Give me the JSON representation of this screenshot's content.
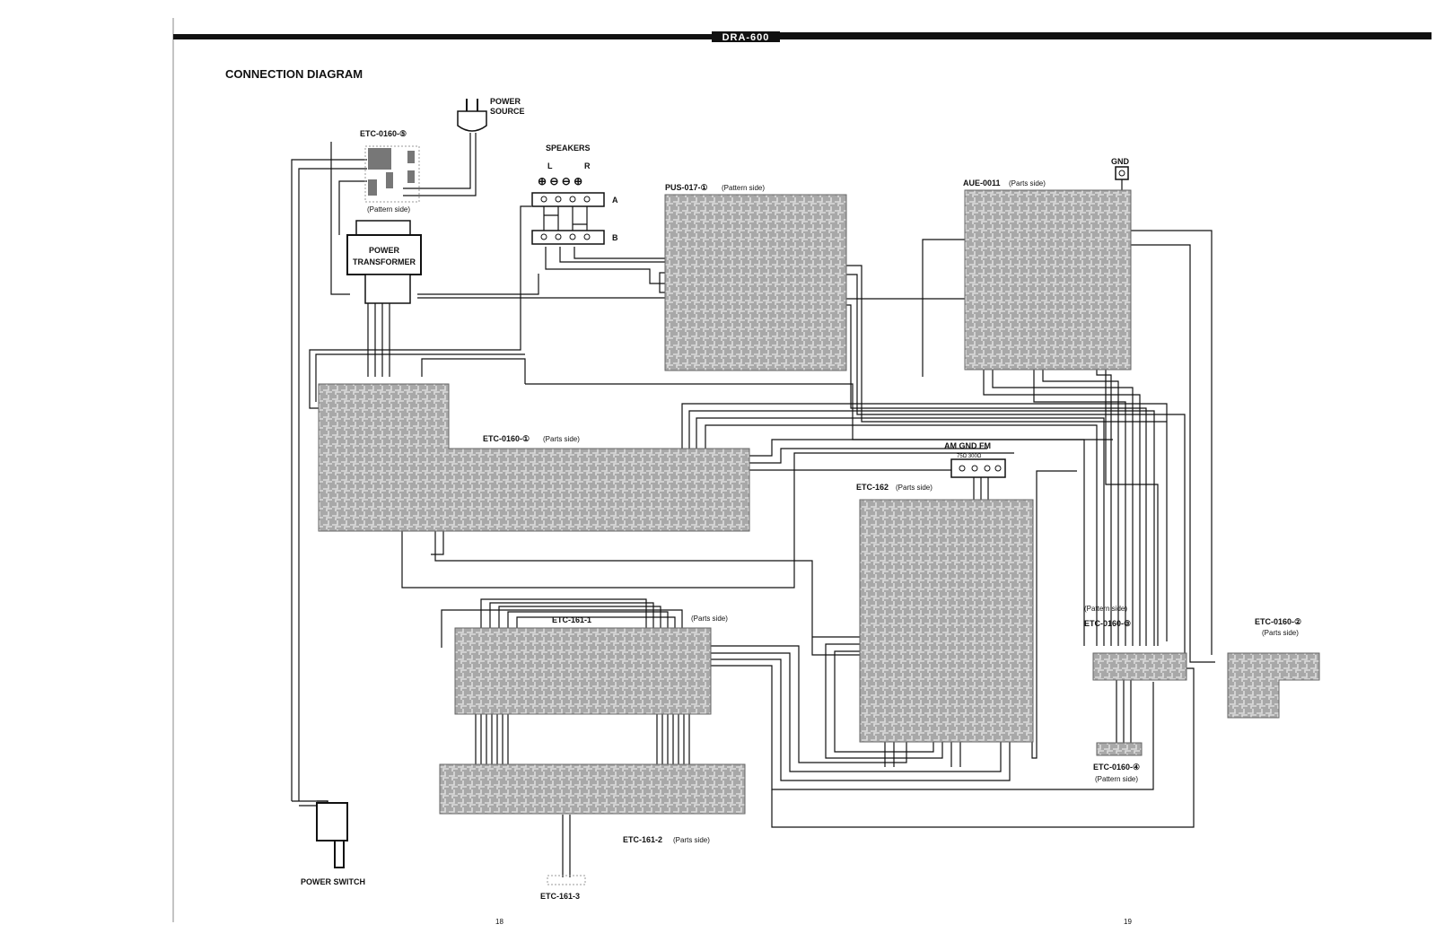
{
  "header": {
    "model": "DRA-600",
    "title": "CONNECTION DIAGRAM"
  },
  "page_numbers": {
    "left": "18",
    "right": "19"
  },
  "labels": {
    "power_source": [
      "POWER",
      "SOURCE"
    ],
    "speakers": "SPEAKERS",
    "speaker_lr": [
      "L",
      "R"
    ],
    "speaker_polarity": "⊕ ⊖ ⊖ ⊕",
    "speaker_rows": [
      "A",
      "B"
    ],
    "gnd": "GND",
    "power_transformer": [
      "POWER",
      "TRANSFORMER"
    ],
    "power_switch": "POWER SWITCH",
    "antenna": "AM  GND  FM",
    "antenna_ohms": "75Ω 300Ω"
  },
  "boards": {
    "etc0160_5": {
      "name": "ETC-0160-⑤",
      "side": "(Pattern side)"
    },
    "pus017_1": {
      "name": "PUS-017-①",
      "side": "(Pattern side)"
    },
    "aue0011": {
      "name": "AUE-0011",
      "side": "(Parts side)"
    },
    "etc0160_1": {
      "name": "ETC-0160-①",
      "side": "(Parts side)"
    },
    "etc162": {
      "name": "ETC-162",
      "side": "(Parts side)"
    },
    "etc161_1": {
      "name": "ETC-161-1",
      "side": "(Parts side)"
    },
    "etc161_2": {
      "name": "ETC-161-2",
      "side": "(Parts side)"
    },
    "etc161_3": {
      "name": "ETC-161-3"
    },
    "etc0160_3": {
      "name": "ETC-0160-③",
      "side": "(Pattern side)"
    },
    "etc0160_2": {
      "name": "ETC-0160-②",
      "side": "(Parts side)"
    },
    "etc0160_4": {
      "name": "ETC-0160-④",
      "side": "(Pattern side)"
    }
  }
}
